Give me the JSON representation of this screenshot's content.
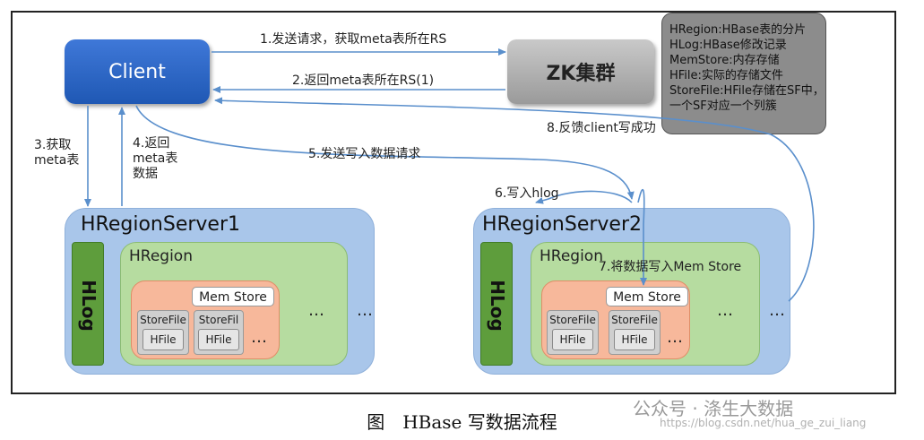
{
  "nodes": {
    "client": "Client",
    "zk": "ZK集群",
    "server1": "HRegionServer1",
    "server2": "HRegionServer2",
    "hlog": "HLog",
    "hregion": "HRegion",
    "memstore": "Mem Store",
    "storefile": "StoreFile",
    "storefile_truncated": "StoreFil",
    "hfile": "HFile",
    "ellipsis": "…",
    "ellipsis_wide": "…"
  },
  "legend": [
    "HRegion:HBase表的分片",
    "HLog:HBase修改记录",
    "MemStore:内存存储",
    "HFile:实际的存储文件",
    "StoreFile:HFile存储在SF中，",
    "一个SF对应一个列簇"
  ],
  "steps": {
    "s1": "1.发送请求，获取meta表所在RS",
    "s2": "2.返回meta表所在RS(1)",
    "s3": [
      "3.获取",
      "meta表"
    ],
    "s4": [
      "4.返回",
      "meta表",
      "数据"
    ],
    "s5": "5.发送写入数据请求",
    "s6": "6.写入hlog",
    "s7": "7.将数据写入Mem Store",
    "s8": "8.反馈client写成功"
  },
  "caption": "图　HBase 写数据流程",
  "watermark": {
    "brand": "公众号 · 涤生大数据",
    "url": "https://blog.csdn.net/hua_ge_zui_liang"
  },
  "colors": {
    "client": "#2a63c4",
    "zk": "#b0b0b0",
    "server": "#a9c6ea",
    "hlog": "#5e9d3c",
    "hregion": "#b6dca0",
    "memarea": "#f7b89b",
    "arrow": "#5a8fcc"
  }
}
